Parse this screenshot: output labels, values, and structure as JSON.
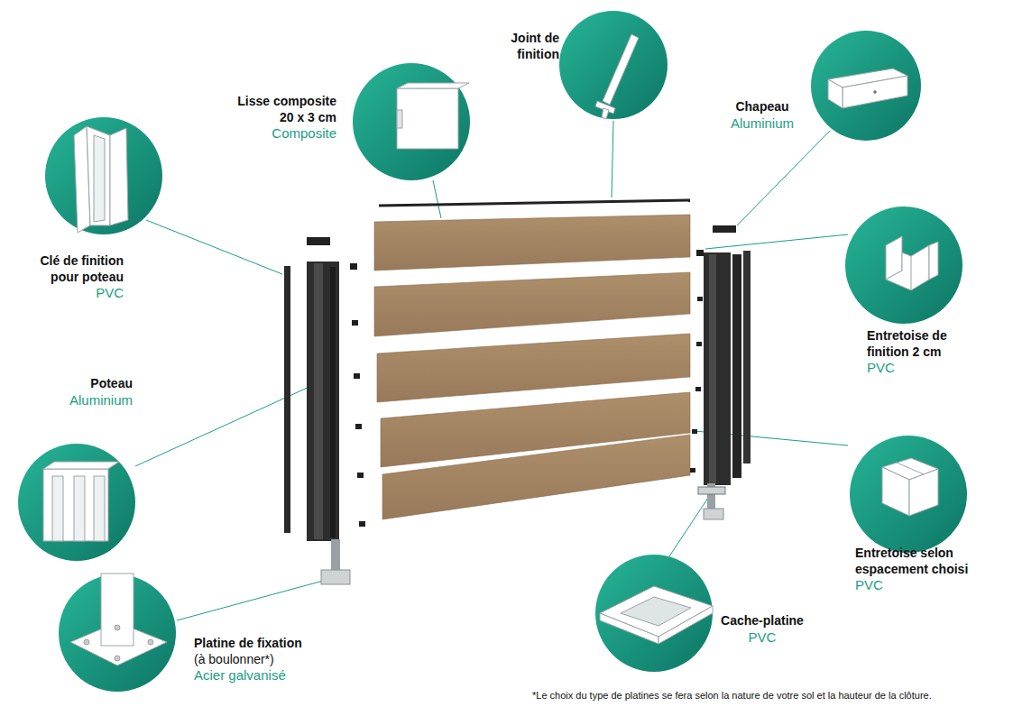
{
  "diagram": {
    "nodes": [
      {
        "text": [
          "Joint de finition"
        ]
      },
      {
        "text": [
          "Chapeau",
          "Aluminium"
        ]
      },
      {
        "text": [
          "Lisse composite 20 x 3 cm",
          "Composite"
        ]
      },
      {
        "text": [
          "Clé de finition pour poteau",
          "PVC"
        ]
      },
      {
        "text": [
          "Entretoise de finition 2 cm",
          "PVC"
        ]
      },
      {
        "text": [
          "Poteau",
          "Aluminium"
        ]
      },
      {
        "text": [
          "Entretoise selon espacement choisi",
          "PVC"
        ]
      },
      {
        "text": [
          "Cache-platine",
          "PVC"
        ]
      },
      {
        "text": [
          "Platine de fixation",
          "(à boulonner*)",
          "Acier galvanisé"
        ]
      }
    ],
    "labels": [
      "*Le choix du type de platines se fera selon la nature de votre sol et la hauteur de la clôture."
    ]
  }
}
